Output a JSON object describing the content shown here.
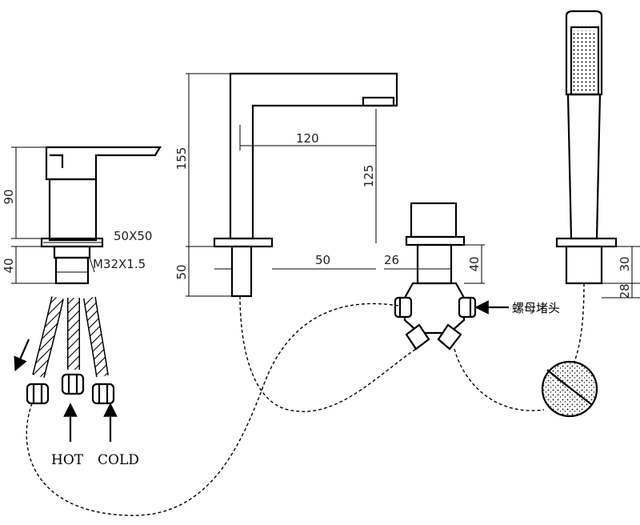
{
  "dimensions": {
    "lever_height": "90",
    "lever_base": "50X50",
    "lever_shank": "40",
    "lever_thread": "M32X1.5",
    "spout_height": "155",
    "spout_reach": "120",
    "spout_outlet": "125",
    "spout_shank": "50",
    "spout_pitch": "50",
    "diverter_width": "26",
    "diverter_shank": "40",
    "holder_shank": "30",
    "holder_width": "28"
  },
  "labels": {
    "hot": "HOT",
    "cold": "COLD",
    "nut_plug": "螺母堵头"
  }
}
